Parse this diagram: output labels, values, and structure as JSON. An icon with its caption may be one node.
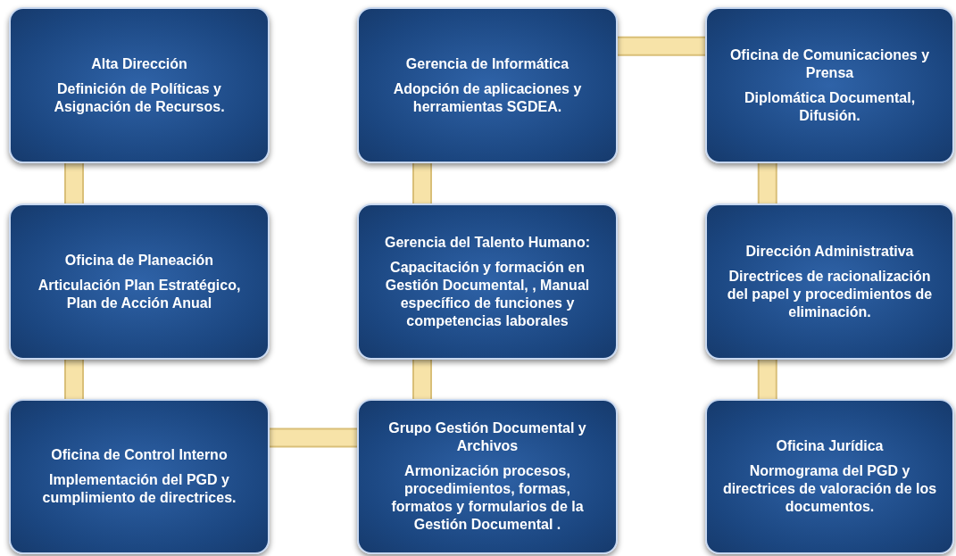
{
  "diagram": {
    "nodes": [
      {
        "text": [
          "Alta Dirección",
          "Definición de Políticas y Asignación de Recursos."
        ]
      },
      {
        "text": [
          "Gerencia de Informática",
          "Adopción de aplicaciones y herramientas SGDEA."
        ]
      },
      {
        "text": [
          "Oficina de Comunicaciones y Prensa",
          "Diplomática Documental, Difusión."
        ]
      },
      {
        "text": [
          "Oficina de Planeación",
          "Articulación Plan Estratégico, Plan de Acción Anual"
        ]
      },
      {
        "text": [
          "Gerencia del Talento Humano:",
          "Capacitación y formación en Gestión Documental, , Manual específico de funciones y competencias laborales"
        ]
      },
      {
        "text": [
          "Dirección Administrativa",
          "Directrices  de racionalización del papel y  procedimientos de eliminación."
        ]
      },
      {
        "text": [
          "Oficina de Control Interno",
          "Implementación del PGD y cumplimiento de directrices."
        ]
      },
      {
        "text": [
          "Grupo Gestión Documental y Archivos",
          "Armonización procesos, procedimientos,  formas, formatos y formularios de la Gestión Documental ."
        ]
      },
      {
        "text": [
          "Oficina Jurídica",
          "Normograma del PGD y directrices de valoración de los documentos."
        ]
      }
    ],
    "edges": [
      {
        "from": 0,
        "to": 3,
        "arrow": "none"
      },
      {
        "from": 3,
        "to": 6,
        "arrow": "none"
      },
      {
        "from": 1,
        "to": 2,
        "arrow": "none"
      },
      {
        "from": 1,
        "to": 4,
        "arrow": "none"
      },
      {
        "from": 4,
        "to": 7,
        "arrow": "none"
      },
      {
        "from": 6,
        "to": 7,
        "arrow": "none"
      },
      {
        "from": 2,
        "to": 5,
        "arrow": "none"
      },
      {
        "from": 5,
        "to": 8,
        "arrow": "none"
      }
    ]
  }
}
